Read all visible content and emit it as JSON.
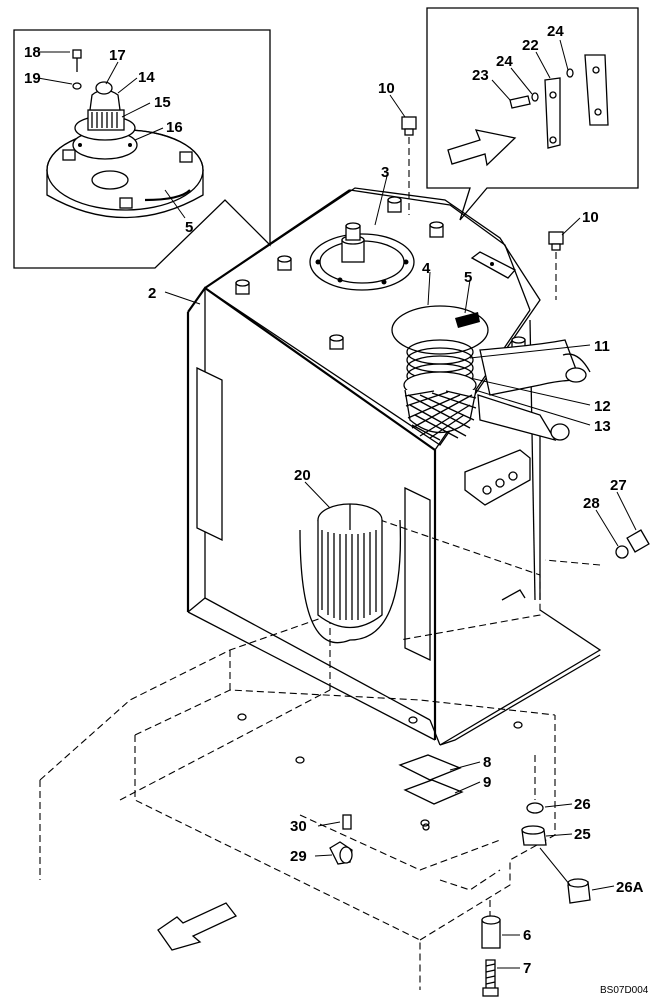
{
  "drawing_code": "BS07D004",
  "callouts": {
    "c2": "2",
    "c3": "3",
    "c4": "4",
    "c5a": "5",
    "c5b": "5",
    "c6": "6",
    "c7": "7",
    "c8": "8",
    "c9": "9",
    "c10a": "10",
    "c10b": "10",
    "c11": "11",
    "c12": "12",
    "c13": "13",
    "c14": "14",
    "c15": "15",
    "c16": "16",
    "c17": "17",
    "c18": "18",
    "c19": "19",
    "c20": "20",
    "c22": "22",
    "c23": "23",
    "c24a": "24",
    "c24b": "24",
    "c25": "25",
    "c26": "26",
    "c26a": "26A",
    "c27": "27",
    "c28": "28",
    "c29": "29",
    "c30": "30"
  }
}
